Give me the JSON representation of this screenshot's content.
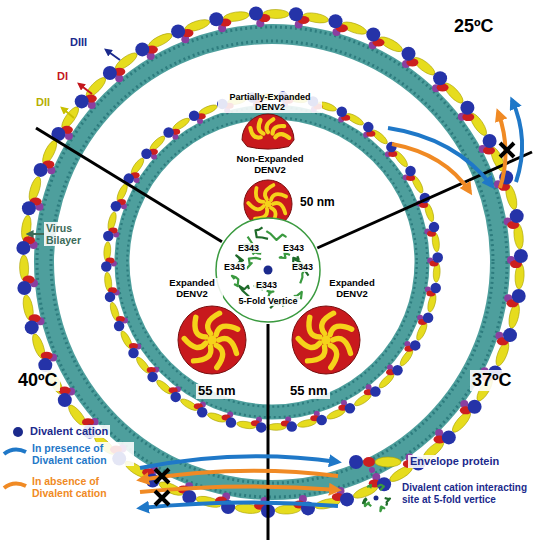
{
  "diagram": {
    "labels": [
      "DIII",
      "DI",
      "DII",
      "25ºC",
      "Partially-Expanded DENV2",
      "Non-Expanded DENV2",
      "50 nm",
      "Virus Bilayer",
      "Expanded DENV2",
      "Expanded DENV2",
      "E343",
      "E343",
      "E343",
      "E343",
      "E343",
      "5-Fold Vertice",
      "40ºC",
      "37ºC",
      "55 nm",
      "55 nm"
    ],
    "legend": [
      {
        "text": "Divalent cation"
      },
      {
        "text": "In presence of Divalent cation"
      },
      {
        "text": "In absence of Divalent cation"
      },
      {
        "text": "Envelope protein"
      },
      {
        "text": "Divalent cation interacting site at 5-fold vertice"
      }
    ]
  }
}
